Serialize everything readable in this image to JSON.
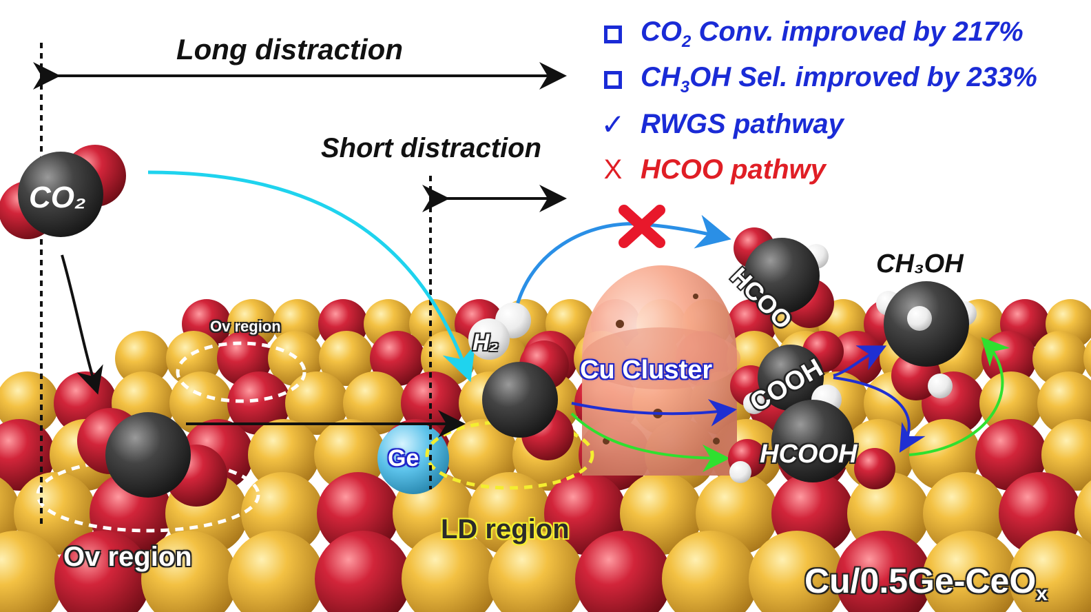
{
  "distances": {
    "long_label": "Long distraction",
    "short_label": "Short distraction"
  },
  "legend": {
    "items": [
      {
        "marker": "square",
        "text_parts": [
          "CO",
          "2",
          " Conv. improved by 217%"
        ],
        "color": "#1a2bd6"
      },
      {
        "marker": "square",
        "text_parts": [
          "CH",
          "3",
          "OH Sel. improved by 233%"
        ],
        "color": "#1a2bd6"
      },
      {
        "marker": "check",
        "marker_text": "✓",
        "text_parts": [
          "RWGS pathway"
        ],
        "color": "#1a2bd6"
      },
      {
        "marker": "cross",
        "marker_text": "X",
        "text_parts": [
          "HCOO pathwy"
        ],
        "color": "#e01e25"
      }
    ]
  },
  "molecules": {
    "co2": "CO₂",
    "h2": "H₂",
    "hcoo": "HCOO",
    "cooh": "COOH",
    "hcooh": "HCOOH",
    "ch3oh": "CH₃OH"
  },
  "regions": {
    "ov_small": "Ov  region",
    "ov_large": "Ov  region",
    "ld": "LD region",
    "ge": "Ge",
    "cu_cluster": "Cu Cluster"
  },
  "catalyst": {
    "text": "Cu/0.5Ge-CeO",
    "subscript": "x"
  },
  "colors": {
    "ce": "#e6ad2b",
    "o": "#c51f2f",
    "carbon": "#3c3c3c",
    "cu": "#f6a58c",
    "ge": "#62c4e8",
    "cyan_arrow": "#1fd3ee",
    "blue_arrow": "#1f2fd2",
    "green_arrow": "#2fe02f"
  }
}
